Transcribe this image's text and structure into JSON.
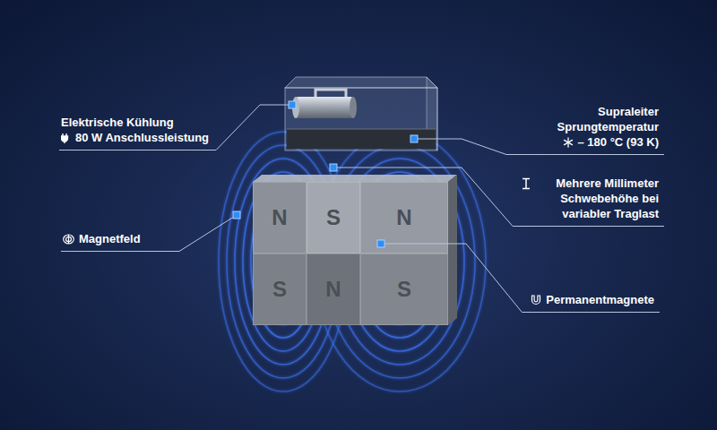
{
  "diagram": {
    "nodes": [
      {
        "text": [
          "N"
        ]
      },
      {
        "text": [
          "S"
        ]
      },
      {
        "text": [
          "N"
        ]
      },
      {
        "text": [
          "S"
        ]
      },
      {
        "text": [
          "N"
        ]
      },
      {
        "text": [
          "S"
        ]
      }
    ],
    "labels": [
      "Elektrische Kühlung",
      "80 W Anschlussleistung",
      "Supraleiter Sprungtemperatur",
      "– 180 °C (93 K)",
      "Mehrere Millimeter Schwebehöhe bei variabler Traglast",
      "Magnetfeld",
      "Permanentmagnete"
    ]
  }
}
